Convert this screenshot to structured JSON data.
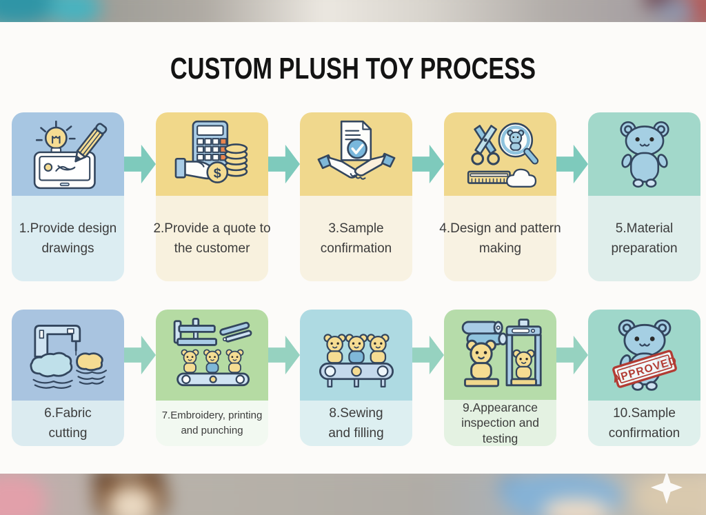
{
  "title": "CUSTOM PLUSH TOY PROCESS",
  "stamp_text": "APPROVED",
  "coin_symbol": "$",
  "colors": {
    "outline": "#33465e",
    "arrow_row1": "#7ecabc",
    "arrow_row2": "#96d2c0",
    "stamp_red": "#b23b33",
    "icon_blue": "#a5cfe3",
    "icon_light_blue": "#cfe3f2",
    "icon_yellow": "#f5dc92",
    "icon_orange": "#e8854f",
    "panel_white": "#fcfbf9",
    "label_text": "#3c3c3c"
  },
  "steps": [
    {
      "label": "1.Provide design drawings",
      "lines": [
        "1.Provide design",
        "drawings"
      ],
      "icon": "design-drawings-icon",
      "top_color": "#a7c6e2",
      "bottom_color": "#dcedf2",
      "label_size": "normal"
    },
    {
      "label": "2.Provide a quote to the customer",
      "lines": [
        "2.Provide a quote to",
        "the customer"
      ],
      "icon": "quote-calculator-icon",
      "top_color": "#f1d88a",
      "bottom_color": "#f8f1de",
      "label_size": "normal"
    },
    {
      "label": "3.Sample confirmation",
      "lines": [
        "3.Sample",
        "confirmation"
      ],
      "icon": "handshake-document-icon",
      "top_color": "#f0d88d",
      "bottom_color": "#f8f2e2",
      "label_size": "normal"
    },
    {
      "label": "4.Design and pattern making",
      "lines": [
        "4.Design and pattern",
        "making"
      ],
      "icon": "scissors-magnifier-icon",
      "top_color": "#f0d88d",
      "bottom_color": "#f8f2e2",
      "label_size": "normal"
    },
    {
      "label": "5.Material preparation",
      "lines": [
        "5.Material",
        "preparation"
      ],
      "icon": "teddy-bear-icon",
      "top_color": "#a2d8ca",
      "bottom_color": "#dfeeeb",
      "label_size": "normal"
    },
    {
      "label": "6.Fabric cutting",
      "lines": [
        "6.Fabric",
        "cutting"
      ],
      "icon": "sewing-machine-icon",
      "top_color": "#a9c4e0",
      "bottom_color": "#dbebf0",
      "label_size": "normal"
    },
    {
      "label": "7.Embroidery, printing and punching",
      "lines": [
        "7.Embroidery, printing",
        "and punching"
      ],
      "icon": "embroidery-machines-icon",
      "top_color": "#b5dba3",
      "bottom_color": "#f2f9f1",
      "label_size": "small"
    },
    {
      "label": "8.Sewing and filling",
      "lines": [
        "8.Sewing",
        "and filling"
      ],
      "icon": "conveyor-bears-icon",
      "top_color": "#aedae2",
      "bottom_color": "#ddeff1",
      "label_size": "normal"
    },
    {
      "label": "9.Appearance inspection and testing",
      "lines": [
        "9.Appearance",
        "inspection and",
        "testing"
      ],
      "icon": "inspection-gate-icon",
      "top_color": "#b6dcaa",
      "bottom_color": "#e4f2e2",
      "label_size": "compact"
    },
    {
      "label": "10.Sample confirmation",
      "lines": [
        "10.Sample",
        "confirmation"
      ],
      "icon": "approved-bear-icon",
      "top_color": "#9fd7ca",
      "bottom_color": "#dff0ec",
      "label_size": "normal"
    }
  ]
}
